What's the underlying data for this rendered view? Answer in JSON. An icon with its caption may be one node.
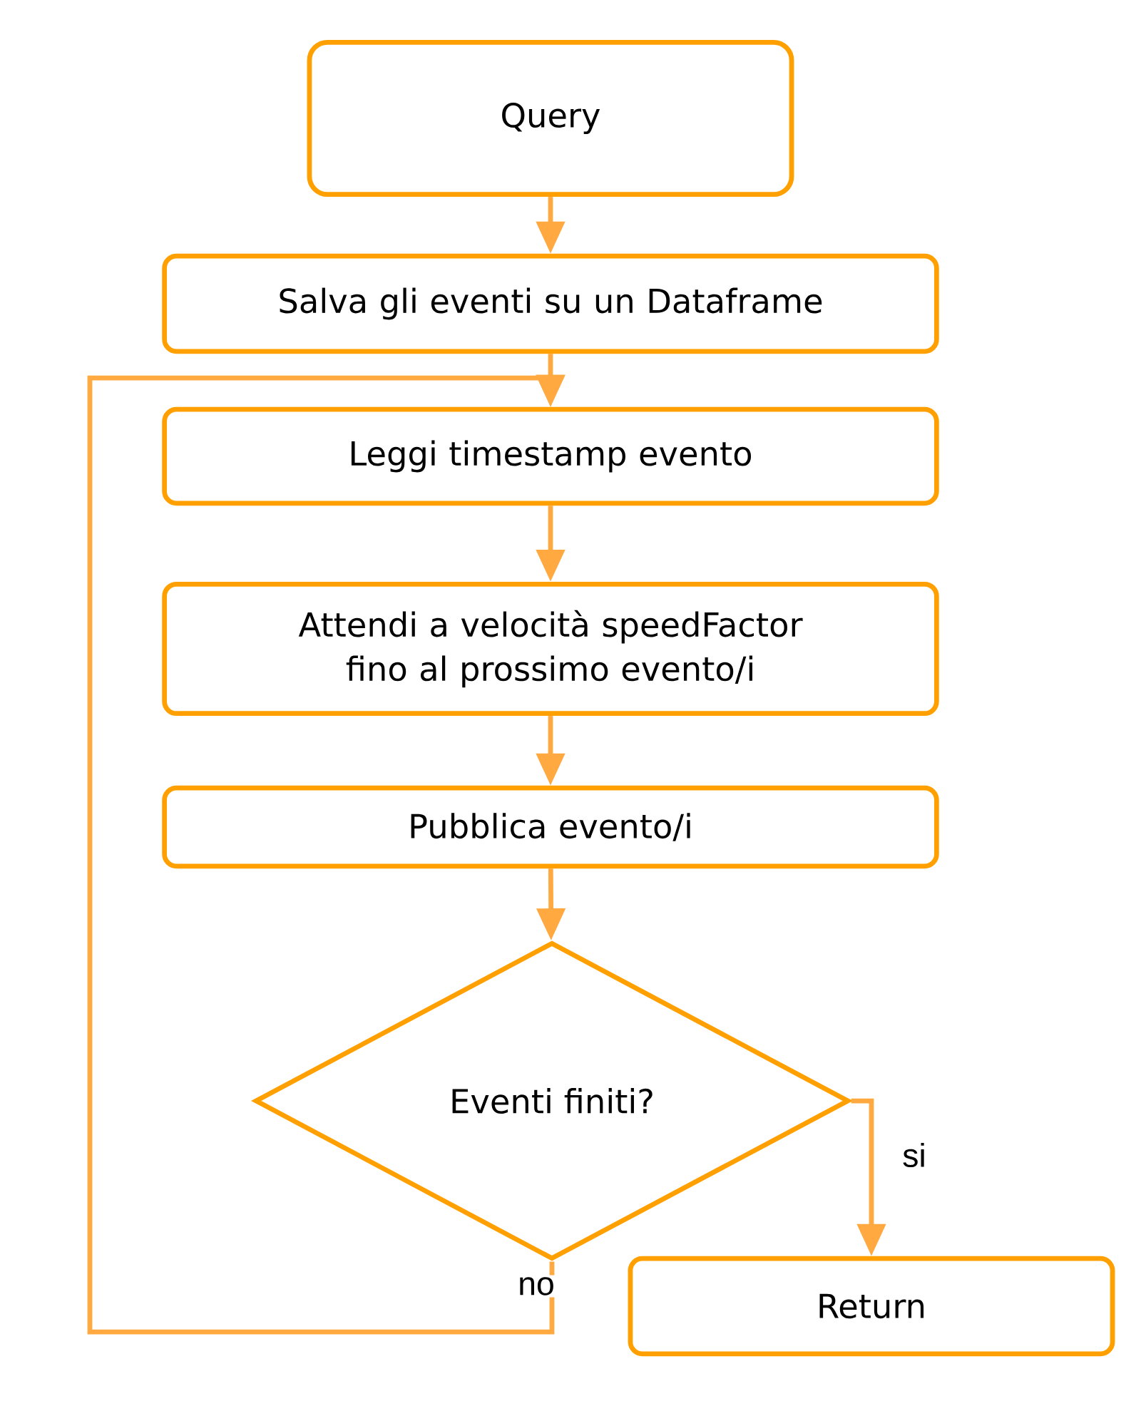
{
  "diagram": {
    "nodes": [
      {
        "text": [
          "Query"
        ]
      },
      {
        "text": [
          "Salva gli eventi su un Dataframe"
        ]
      },
      {
        "text": [
          "Leggi timestamp evento"
        ]
      },
      {
        "text": [
          "Attendi a velocità speedFactor fino al prossimo evento/i"
        ]
      },
      {
        "text": [
          "Pubblica evento/i"
        ]
      },
      {
        "text": [
          "Eventi finiti?"
        ]
      },
      {
        "text": [
          "Return"
        ]
      }
    ],
    "edges": [
      {
        "from": 0,
        "to": 1,
        "arrow": "to"
      },
      {
        "from": 1,
        "to": 2,
        "arrow": "to"
      },
      {
        "from": 2,
        "to": 3,
        "arrow": "to"
      },
      {
        "from": 3,
        "to": 4,
        "arrow": "to"
      },
      {
        "from": 4,
        "to": 5,
        "arrow": "to"
      },
      {
        "from": 5,
        "to": 6,
        "arrow": "to",
        "label": "si"
      },
      {
        "from": 5,
        "to": 2,
        "arrow": "to",
        "label": "no"
      }
    ]
  }
}
